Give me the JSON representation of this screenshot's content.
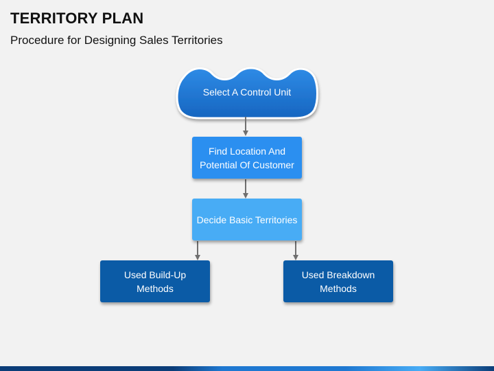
{
  "header": {
    "title": "TERRITORY PLAN",
    "subtitle": "Procedure for Designing Sales Territories"
  },
  "flowchart": {
    "nodes": [
      {
        "id": "control-unit",
        "label": "Select A Control Unit",
        "shape": "cloud",
        "color": "#1f78d1"
      },
      {
        "id": "find-location",
        "label": "Find Location And Potential Of Customer",
        "shape": "rectangle",
        "color": "#2b8ff0"
      },
      {
        "id": "decide-territories",
        "label": "Decide Basic Territories",
        "shape": "rectangle",
        "color": "#48acf5"
      },
      {
        "id": "build-up",
        "label": "Used Build-Up Methods",
        "shape": "rectangle",
        "color": "#0b5ba6"
      },
      {
        "id": "breakdown",
        "label": "Used Breakdown Methods",
        "shape": "rectangle",
        "color": "#0b5ba6"
      }
    ],
    "edges": [
      {
        "from": "control-unit",
        "to": "find-location"
      },
      {
        "from": "find-location",
        "to": "decide-territories"
      },
      {
        "from": "decide-territories",
        "to": "build-up"
      },
      {
        "from": "decide-territories",
        "to": "breakdown"
      }
    ],
    "arrow_color": "#6f6f6f"
  },
  "theme": {
    "background": "#f2f2f2",
    "footer_colors": [
      "#0b3d78",
      "#1f78d1",
      "#48acf5"
    ]
  }
}
